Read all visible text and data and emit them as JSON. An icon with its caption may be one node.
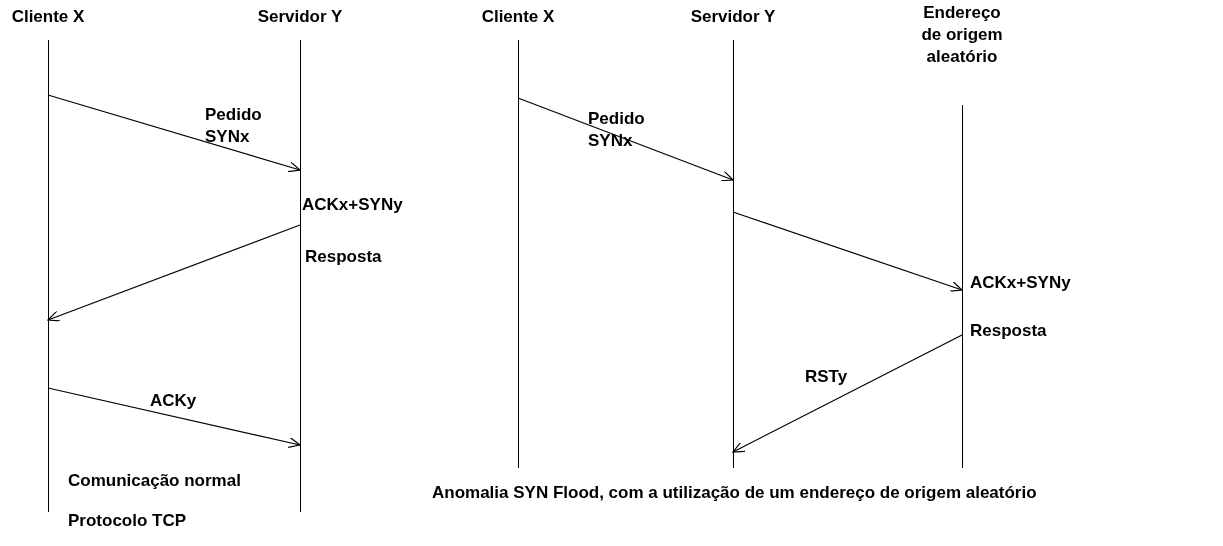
{
  "diagram": {
    "nodes": [
      {
        "text": [
          "Cliente X"
        ]
      },
      {
        "text": [
          "Servidor Y"
        ]
      },
      {
        "text": [
          "Cliente X"
        ]
      },
      {
        "text": [
          "Servidor Y"
        ]
      },
      {
        "text": [
          "Endereço de origem aleatório"
        ]
      }
    ],
    "edges": [
      {
        "from": 0,
        "to": 1,
        "arrow": "to",
        "label": "Pedido SYNx"
      },
      {
        "from": 1,
        "to": 0,
        "arrow": "to",
        "label": "ACKx+SYNy"
      },
      {
        "from": 0,
        "to": 1,
        "arrow": "to",
        "label": "ACKy"
      },
      {
        "from": 2,
        "to": 3,
        "arrow": "to",
        "label": "Pedido SYNx"
      },
      {
        "from": 3,
        "to": 4,
        "arrow": "to"
      },
      {
        "from": 4,
        "to": 3,
        "arrow": "to",
        "label": "RSTy"
      }
    ],
    "labels": [
      "Resposta",
      "ACKx+SYNy",
      "Resposta",
      "Comunicação normal",
      "Protocolo TCP",
      "Anomalia SYN Flood, com a utilização de um endereço de origem aleatório"
    ]
  }
}
